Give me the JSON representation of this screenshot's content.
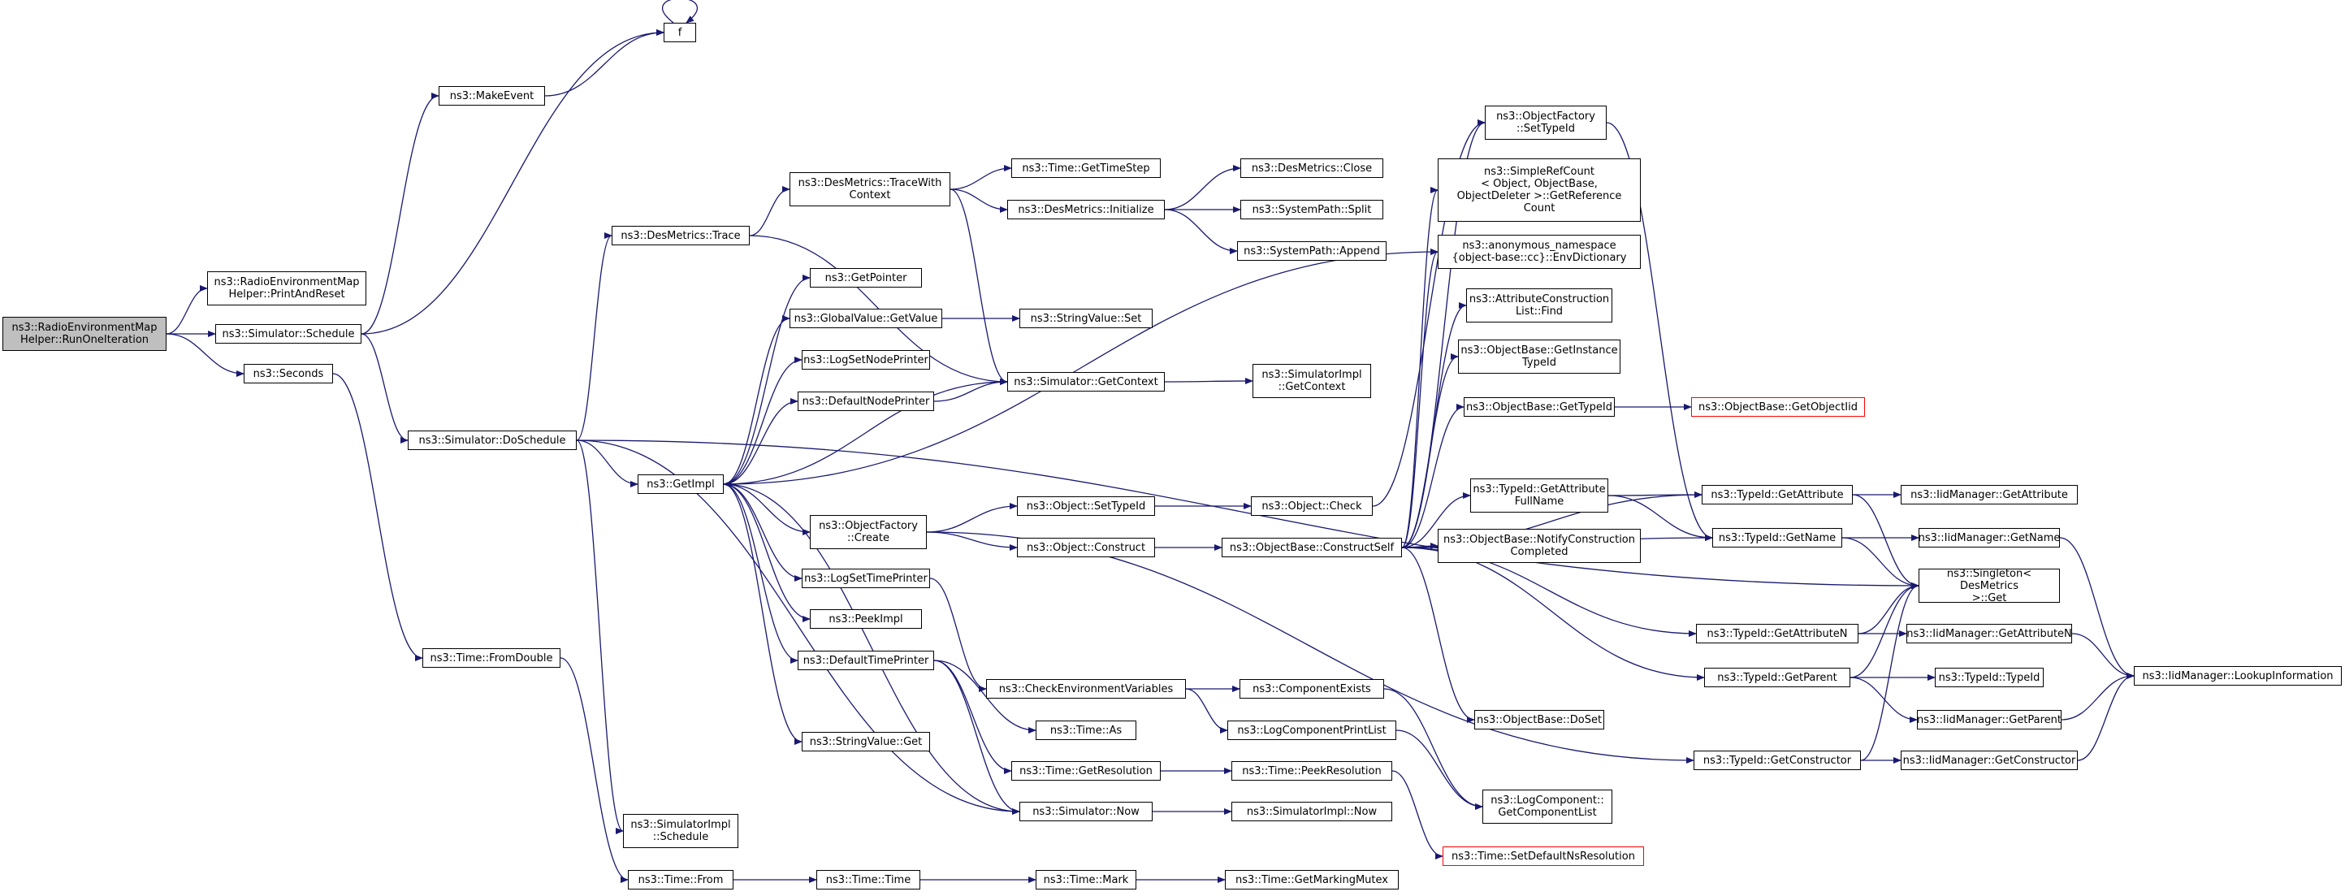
{
  "colors": {
    "edge": "#191970",
    "node_border": "#000000",
    "root_fill": "#bfbfbf",
    "truncated_border": "#ff0000",
    "background": "#ffffff"
  },
  "nodes": [
    {
      "id": "root",
      "label": "ns3::RadioEnvironmentMap\nHelper::RunOneIteration",
      "root": true
    },
    {
      "id": "printAndReset",
      "label": "ns3::RadioEnvironmentMap\nHelper::PrintAndReset"
    },
    {
      "id": "schedule",
      "label": "ns3::Simulator::Schedule"
    },
    {
      "id": "seconds",
      "label": "ns3::Seconds"
    },
    {
      "id": "f",
      "label": "f"
    },
    {
      "id": "makeEvent",
      "label": "ns3::MakeEvent"
    },
    {
      "id": "doSchedule",
      "label": "ns3::Simulator::DoSchedule"
    },
    {
      "id": "fromDouble",
      "label": "ns3::Time::FromDouble"
    },
    {
      "id": "desTrace",
      "label": "ns3::DesMetrics::Trace"
    },
    {
      "id": "getImpl",
      "label": "ns3::GetImpl"
    },
    {
      "id": "implSchedule",
      "label": "ns3::SimulatorImpl\n::Schedule"
    },
    {
      "id": "timeFrom",
      "label": "ns3::Time::From"
    },
    {
      "id": "traceWithContext",
      "label": "ns3::DesMetrics::TraceWith\nContext"
    },
    {
      "id": "getPointer",
      "label": "ns3::GetPointer"
    },
    {
      "id": "gvGetValue",
      "label": "ns3::GlobalValue::GetValue"
    },
    {
      "id": "logSetNodePrinter",
      "label": "ns3::LogSetNodePrinter"
    },
    {
      "id": "defaultNodePrinter",
      "label": "ns3::DefaultNodePrinter"
    },
    {
      "id": "ofCreate",
      "label": "ns3::ObjectFactory\n::Create"
    },
    {
      "id": "logSetTimePrinter",
      "label": "ns3::LogSetTimePrinter"
    },
    {
      "id": "peekImpl",
      "label": "ns3::PeekImpl"
    },
    {
      "id": "defaultTimePrinter",
      "label": "ns3::DefaultTimePrinter"
    },
    {
      "id": "svGet",
      "label": "ns3::StringValue::Get"
    },
    {
      "id": "timeTime",
      "label": "ns3::Time::Time"
    },
    {
      "id": "getTimeStep",
      "label": "ns3::Time::GetTimeStep"
    },
    {
      "id": "desInit",
      "label": "ns3::DesMetrics::Initialize"
    },
    {
      "id": "svSet",
      "label": "ns3::StringValue::Set"
    },
    {
      "id": "getContext",
      "label": "ns3::Simulator::GetContext"
    },
    {
      "id": "objSetTypeId",
      "label": "ns3::Object::SetTypeId"
    },
    {
      "id": "objConstruct",
      "label": "ns3::Object::Construct"
    },
    {
      "id": "checkEnv",
      "label": "ns3::CheckEnvironmentVariables"
    },
    {
      "id": "timeAs",
      "label": "ns3::Time::As"
    },
    {
      "id": "getResolution",
      "label": "ns3::Time::GetResolution"
    },
    {
      "id": "simNow",
      "label": "ns3::Simulator::Now"
    },
    {
      "id": "timeMark",
      "label": "ns3::Time::Mark"
    },
    {
      "id": "desClose",
      "label": "ns3::DesMetrics::Close"
    },
    {
      "id": "spSplit",
      "label": "ns3::SystemPath::Split"
    },
    {
      "id": "spAppend",
      "label": "ns3::SystemPath::Append"
    },
    {
      "id": "implGetContext",
      "label": "ns3::SimulatorImpl\n::GetContext"
    },
    {
      "id": "objCheck",
      "label": "ns3::Object::Check"
    },
    {
      "id": "constructSelf",
      "label": "ns3::ObjectBase::ConstructSelf"
    },
    {
      "id": "componentExists",
      "label": "ns3::ComponentExists"
    },
    {
      "id": "logCompPrintList",
      "label": "ns3::LogComponentPrintList"
    },
    {
      "id": "peekResolution",
      "label": "ns3::Time::PeekResolution"
    },
    {
      "id": "implNow",
      "label": "ns3::SimulatorImpl::Now"
    },
    {
      "id": "getMarkingMutex",
      "label": "ns3::Time::GetMarkingMutex"
    },
    {
      "id": "ofSetTypeId",
      "label": "ns3::ObjectFactory\n::SetTypeId"
    },
    {
      "id": "simpleRefCount",
      "label": "ns3::SimpleRefCount\n< Object, ObjectBase,\nObjectDeleter >::GetReference\nCount"
    },
    {
      "id": "envDictionary",
      "label": "ns3::anonymous_namespace\n{object-base::cc}::EnvDictionary"
    },
    {
      "id": "attrConstrFind",
      "label": "ns3::AttributeConstruction\nList::Find"
    },
    {
      "id": "getInstanceTypeId",
      "label": "ns3::ObjectBase::GetInstance\nTypeId"
    },
    {
      "id": "obGetTypeId",
      "label": "ns3::ObjectBase::GetTypeId"
    },
    {
      "id": "getAttrFullName",
      "label": "ns3::TypeId::GetAttribute\nFullName"
    },
    {
      "id": "notifyConstruction",
      "label": "ns3::ObjectBase::NotifyConstruction\nCompleted"
    },
    {
      "id": "obDoSet",
      "label": "ns3::ObjectBase::DoSet"
    },
    {
      "id": "getComponentList",
      "label": "ns3::LogComponent::\nGetComponentList"
    },
    {
      "id": "setDefaultNsRes",
      "label": "ns3::Time::SetDefaultNsResolution",
      "truncated": true
    },
    {
      "id": "getObjectIid",
      "label": "ns3::ObjectBase::GetObjectIid",
      "truncated": true
    },
    {
      "id": "tidGetAttribute",
      "label": "ns3::TypeId::GetAttribute"
    },
    {
      "id": "tidGetName",
      "label": "ns3::TypeId::GetName"
    },
    {
      "id": "tidGetAttributeN",
      "label": "ns3::TypeId::GetAttributeN"
    },
    {
      "id": "tidGetParent",
      "label": "ns3::TypeId::GetParent"
    },
    {
      "id": "tidGetConstructor",
      "label": "ns3::TypeId::GetConstructor"
    },
    {
      "id": "iidGetAttribute",
      "label": "ns3::IidManager::GetAttribute"
    },
    {
      "id": "iidGetName",
      "label": "ns3::IidManager::GetName"
    },
    {
      "id": "singletonGet",
      "label": "ns3::Singleton< DesMetrics\n>::Get"
    },
    {
      "id": "iidGetAttributeN",
      "label": "ns3::IidManager::GetAttributeN"
    },
    {
      "id": "tidTypeId",
      "label": "ns3::TypeId::TypeId"
    },
    {
      "id": "iidGetParent",
      "label": "ns3::IidManager::GetParent"
    },
    {
      "id": "iidGetConstructor",
      "label": "ns3::IidManager::GetConstructor"
    },
    {
      "id": "iidLookup",
      "label": "ns3::IidManager::LookupInformation"
    }
  ],
  "edges": [
    [
      "root",
      "printAndReset"
    ],
    [
      "root",
      "schedule"
    ],
    [
      "root",
      "seconds"
    ],
    [
      "schedule",
      "f"
    ],
    [
      "schedule",
      "makeEvent"
    ],
    [
      "schedule",
      "doSchedule"
    ],
    [
      "makeEvent",
      "f"
    ],
    [
      "f",
      "f"
    ],
    [
      "seconds",
      "fromDouble"
    ],
    [
      "doSchedule",
      "desTrace"
    ],
    [
      "doSchedule",
      "getImpl"
    ],
    [
      "doSchedule",
      "implSchedule"
    ],
    [
      "doSchedule",
      "simNow"
    ],
    [
      "doSchedule",
      "singletonGet"
    ],
    [
      "fromDouble",
      "timeFrom"
    ],
    [
      "desTrace",
      "traceWithContext"
    ],
    [
      "desTrace",
      "getContext"
    ],
    [
      "traceWithContext",
      "getTimeStep"
    ],
    [
      "traceWithContext",
      "desInit"
    ],
    [
      "traceWithContext",
      "getContext"
    ],
    [
      "desInit",
      "desClose"
    ],
    [
      "desInit",
      "spSplit"
    ],
    [
      "desInit",
      "spAppend"
    ],
    [
      "getImpl",
      "getPointer"
    ],
    [
      "getImpl",
      "gvGetValue"
    ],
    [
      "getImpl",
      "logSetNodePrinter"
    ],
    [
      "getImpl",
      "defaultNodePrinter"
    ],
    [
      "getImpl",
      "ofCreate"
    ],
    [
      "getImpl",
      "logSetTimePrinter"
    ],
    [
      "getImpl",
      "peekImpl"
    ],
    [
      "getImpl",
      "defaultTimePrinter"
    ],
    [
      "getImpl",
      "svGet"
    ],
    [
      "getImpl",
      "envDictionary"
    ],
    [
      "gvGetValue",
      "svSet"
    ],
    [
      "defaultNodePrinter",
      "getContext"
    ],
    [
      "getContext",
      "implGetContext"
    ],
    [
      "getContext",
      "getImpl"
    ],
    [
      "ofCreate",
      "objSetTypeId"
    ],
    [
      "ofCreate",
      "objConstruct"
    ],
    [
      "ofCreate",
      "tidGetConstructor"
    ],
    [
      "objSetTypeId",
      "objCheck"
    ],
    [
      "objCheck",
      "ofSetTypeId"
    ],
    [
      "objConstruct",
      "constructSelf"
    ],
    [
      "logSetTimePrinter",
      "checkEnv"
    ],
    [
      "defaultTimePrinter",
      "timeAs"
    ],
    [
      "defaultTimePrinter",
      "getResolution"
    ],
    [
      "defaultTimePrinter",
      "simNow"
    ],
    [
      "checkEnv",
      "componentExists"
    ],
    [
      "checkEnv",
      "logCompPrintList"
    ],
    [
      "componentExists",
      "getComponentList"
    ],
    [
      "logCompPrintList",
      "getComponentList"
    ],
    [
      "getResolution",
      "peekResolution"
    ],
    [
      "peekResolution",
      "setDefaultNsRes"
    ],
    [
      "simNow",
      "implNow"
    ],
    [
      "simNow",
      "getImpl"
    ],
    [
      "timeFrom",
      "timeTime"
    ],
    [
      "timeTime",
      "timeMark"
    ],
    [
      "timeMark",
      "getMarkingMutex"
    ],
    [
      "constructSelf",
      "ofSetTypeId"
    ],
    [
      "constructSelf",
      "simpleRefCount"
    ],
    [
      "constructSelf",
      "envDictionary"
    ],
    [
      "constructSelf",
      "attrConstrFind"
    ],
    [
      "constructSelf",
      "getInstanceTypeId"
    ],
    [
      "constructSelf",
      "obGetTypeId"
    ],
    [
      "constructSelf",
      "getAttrFullName"
    ],
    [
      "constructSelf",
      "notifyConstruction"
    ],
    [
      "constructSelf",
      "obDoSet"
    ],
    [
      "constructSelf",
      "tidGetAttribute"
    ],
    [
      "constructSelf",
      "tidGetName"
    ],
    [
      "constructSelf",
      "tidGetAttributeN"
    ],
    [
      "constructSelf",
      "tidGetParent"
    ],
    [
      "obGetTypeId",
      "getObjectIid"
    ],
    [
      "ofSetTypeId",
      "tidGetName"
    ],
    [
      "getAttrFullName",
      "tidGetAttribute"
    ],
    [
      "getAttrFullName",
      "tidGetName"
    ],
    [
      "tidGetAttribute",
      "iidGetAttribute"
    ],
    [
      "tidGetAttribute",
      "singletonGet"
    ],
    [
      "tidGetName",
      "iidGetName"
    ],
    [
      "tidGetName",
      "singletonGet"
    ],
    [
      "tidGetAttributeN",
      "iidGetAttributeN"
    ],
    [
      "tidGetAttributeN",
      "singletonGet"
    ],
    [
      "tidGetParent",
      "tidTypeId"
    ],
    [
      "tidGetParent",
      "iidGetParent"
    ],
    [
      "tidGetParent",
      "singletonGet"
    ],
    [
      "tidGetConstructor",
      "iidGetConstructor"
    ],
    [
      "tidGetConstructor",
      "singletonGet"
    ],
    [
      "iidGetName",
      "iidLookup"
    ],
    [
      "iidGetAttributeN",
      "iidLookup"
    ],
    [
      "iidGetParent",
      "iidLookup"
    ],
    [
      "iidGetConstructor",
      "iidLookup"
    ]
  ]
}
